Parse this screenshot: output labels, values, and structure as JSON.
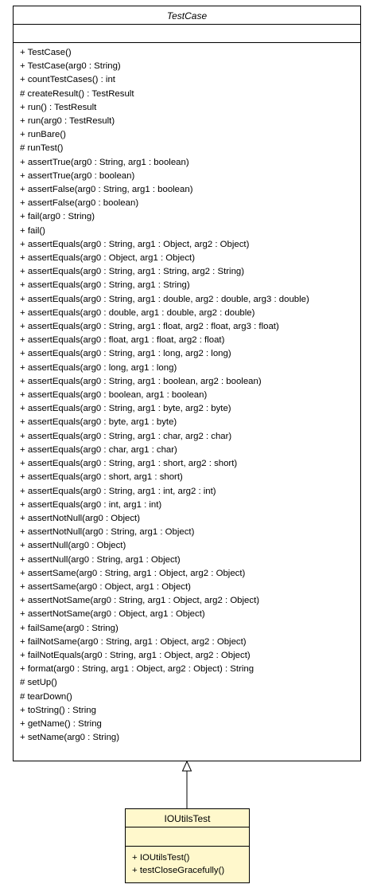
{
  "superclass": {
    "name": "TestCase",
    "abstract": true,
    "methods": [
      "+ TestCase()",
      "+ TestCase(arg0 : String)",
      "+ countTestCases() : int",
      "# createResult() : TestResult",
      "+ run() : TestResult",
      "+ run(arg0 : TestResult)",
      "+ runBare()",
      "# runTest()",
      "+ assertTrue(arg0 : String, arg1 : boolean)",
      "+ assertTrue(arg0 : boolean)",
      "+ assertFalse(arg0 : String, arg1 : boolean)",
      "+ assertFalse(arg0 : boolean)",
      "+ fail(arg0 : String)",
      "+ fail()",
      "+ assertEquals(arg0 : String, arg1 : Object, arg2 : Object)",
      "+ assertEquals(arg0 : Object, arg1 : Object)",
      "+ assertEquals(arg0 : String, arg1 : String, arg2 : String)",
      "+ assertEquals(arg0 : String, arg1 : String)",
      "+ assertEquals(arg0 : String, arg1 : double, arg2 : double, arg3 : double)",
      "+ assertEquals(arg0 : double, arg1 : double, arg2 : double)",
      "+ assertEquals(arg0 : String, arg1 : float, arg2 : float, arg3 : float)",
      "+ assertEquals(arg0 : float, arg1 : float, arg2 : float)",
      "+ assertEquals(arg0 : String, arg1 : long, arg2 : long)",
      "+ assertEquals(arg0 : long, arg1 : long)",
      "+ assertEquals(arg0 : String, arg1 : boolean, arg2 : boolean)",
      "+ assertEquals(arg0 : boolean, arg1 : boolean)",
      "+ assertEquals(arg0 : String, arg1 : byte, arg2 : byte)",
      "+ assertEquals(arg0 : byte, arg1 : byte)",
      "+ assertEquals(arg0 : String, arg1 : char, arg2 : char)",
      "+ assertEquals(arg0 : char, arg1 : char)",
      "+ assertEquals(arg0 : String, arg1 : short, arg2 : short)",
      "+ assertEquals(arg0 : short, arg1 : short)",
      "+ assertEquals(arg0 : String, arg1 : int, arg2 : int)",
      "+ assertEquals(arg0 : int, arg1 : int)",
      "+ assertNotNull(arg0 : Object)",
      "+ assertNotNull(arg0 : String, arg1 : Object)",
      "+ assertNull(arg0 : Object)",
      "+ assertNull(arg0 : String, arg1 : Object)",
      "+ assertSame(arg0 : String, arg1 : Object, arg2 : Object)",
      "+ assertSame(arg0 : Object, arg1 : Object)",
      "+ assertNotSame(arg0 : String, arg1 : Object, arg2 : Object)",
      "+ assertNotSame(arg0 : Object, arg1 : Object)",
      "+ failSame(arg0 : String)",
      "+ failNotSame(arg0 : String, arg1 : Object, arg2 : Object)",
      "+ failNotEquals(arg0 : String, arg1 : Object, arg2 : Object)",
      "+ format(arg0 : String, arg1 : Object, arg2 : Object) : String",
      "# setUp()",
      "# tearDown()",
      "+ toString() : String",
      "+ getName() : String",
      "+ setName(arg0 : String)"
    ]
  },
  "subclass": {
    "name": "IOUtilsTest",
    "abstract": false,
    "methods": [
      "+ IOUtilsTest()",
      "+ testCloseGracefully()"
    ]
  },
  "relationship": {
    "type": "generalization",
    "from": "IOUtilsTest",
    "to": "TestCase"
  },
  "colors": {
    "highlight_fill": "#fff8cc",
    "border": "#000000",
    "background": "#ffffff"
  }
}
